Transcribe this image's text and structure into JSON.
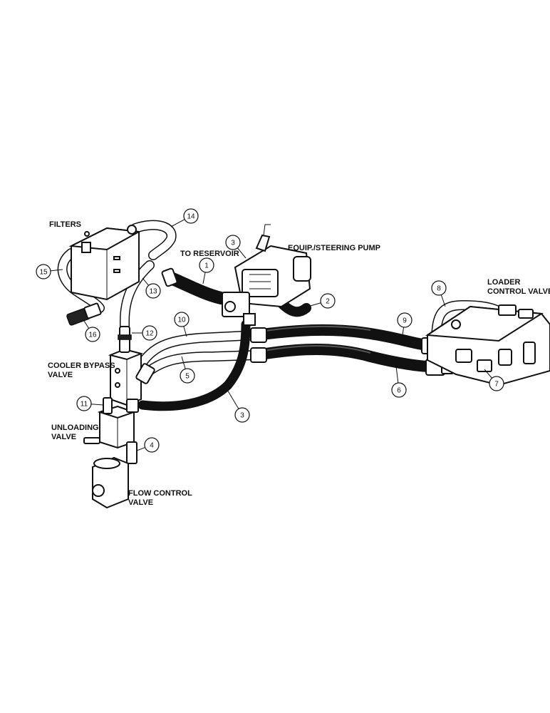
{
  "labels": {
    "filters": "FILTERS",
    "to_reservoir": "TO RESERVOIR",
    "pump": "EQUIP./STEERING PUMP",
    "loader_line1": "LOADER",
    "loader_line2": "CONTROL VALVE",
    "cooler_line1": "COOLER BYPASS",
    "cooler_line2": "VALVE",
    "unloading_line1": "UNLOADING",
    "unloading_line2": "VALVE",
    "flow_line1": "FLOW CONTROL",
    "flow_line2": "VALVE"
  },
  "callouts": [
    "1",
    "2",
    "3",
    "3",
    "4",
    "5",
    "6",
    "7",
    "8",
    "9",
    "10",
    "11",
    "12",
    "13",
    "14",
    "15",
    "16"
  ]
}
